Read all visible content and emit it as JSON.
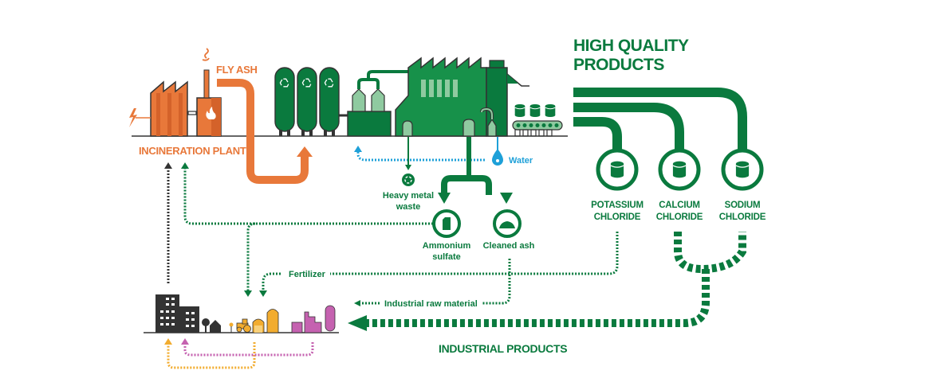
{
  "colors": {
    "orange": "#e8783a",
    "orange_dark": "#c85a24",
    "green": "#0a7a3e",
    "green_mid": "#17914a",
    "green_light": "#8fcaa0",
    "blue": "#1ea0d8",
    "dark": "#333333",
    "yellow": "#f2ac2f",
    "pink": "#c562b0"
  },
  "labels": {
    "fly_ash": "FLY ASH",
    "incineration_plant": "INCINERATION PLANT",
    "high_quality_line1": "HIGH QUALITY",
    "high_quality_line2": "PRODUCTS",
    "water": "Water",
    "heavy_metal_line1": "Heavy metal",
    "heavy_metal_line2": "waste",
    "ammonium_line1": "Ammonium",
    "ammonium_line2": "sulfate",
    "cleaned_ash": "Cleaned ash",
    "fertilizer": "Fertilizer",
    "industrial_raw_material": "Industrial raw material",
    "industrial_products": "INDUSTRIAL PRODUCTS"
  },
  "products": [
    {
      "line1": "POTASSIUM",
      "line2": "CHLORIDE"
    },
    {
      "line1": "CALCIUM",
      "line2": "CHLORIDE"
    },
    {
      "line1": "SODIUM",
      "line2": "CHLORIDE"
    }
  ]
}
